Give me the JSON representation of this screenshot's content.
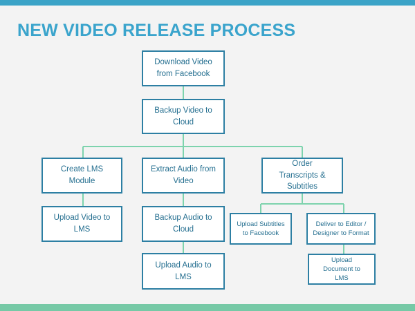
{
  "title": "NEW VIDEO RELEASE PROCESS",
  "nodes": {
    "download": "Download Video from Facebook",
    "backup_video": "Backup Video to Cloud",
    "create_lms": "Create LMS Module",
    "upload_video_lms": "Upload Video to LMS",
    "extract_audio": "Extract Audio from Video",
    "backup_audio": "Backup Audio to Cloud",
    "upload_audio_lms": "Upload Audio to LMS",
    "order_transcripts": "Order Transcripts & Subtitles",
    "upload_subtitles": "Upload Subtitles to Facebook",
    "deliver_editor": "Deliver to Editor / Designer to Format",
    "upload_document": "Upload Document to LMS"
  },
  "colors": {
    "title": "#3aa4cc",
    "box_border": "#2d7fa3",
    "box_text": "#256f90",
    "connector": "#7dd3ad",
    "top_bar": "#3ba3c7",
    "bottom_bar": "#76c9a6",
    "background": "#f3f3f3"
  }
}
